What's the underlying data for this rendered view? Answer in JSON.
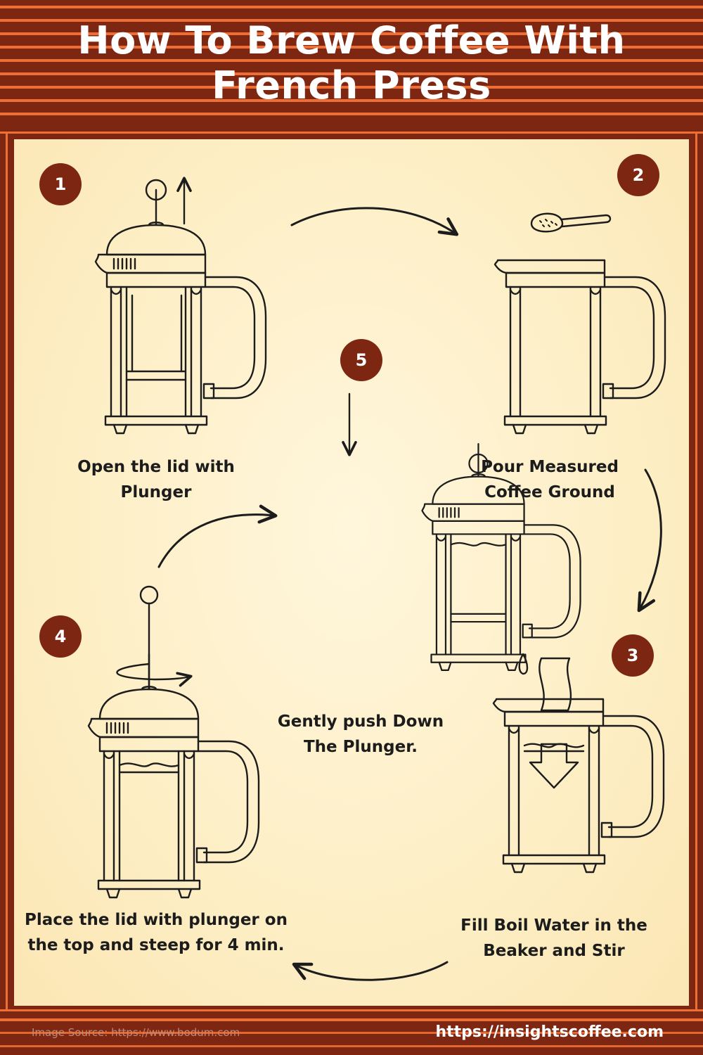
{
  "header": {
    "title_line1": "How To Brew Coffee With",
    "title_line2": "French Press"
  },
  "steps": [
    {
      "number": "1",
      "caption_line1": "Open the lid with",
      "caption_line2": "Plunger"
    },
    {
      "number": "2",
      "caption_line1": "Pour Measured",
      "caption_line2": "Coffee Ground"
    },
    {
      "number": "3",
      "caption_line1": "Fill Boil Water in the",
      "caption_line2": "Beaker and Stir"
    },
    {
      "number": "4",
      "caption_line1": "Place the lid with plunger on",
      "caption_line2": "the top and steep for 4 min."
    },
    {
      "number": "5",
      "caption_line1": "Gently push Down",
      "caption_line2": "The Plunger."
    }
  ],
  "footer": {
    "source": "Image Source: https://www.bodum.com",
    "url": "https://insightscoffee.com"
  },
  "colors": {
    "brown": "#7d2712",
    "orange_stripe": "#ee6f35",
    "panel": "#fdeec4",
    "ink": "#1c1c1c"
  }
}
